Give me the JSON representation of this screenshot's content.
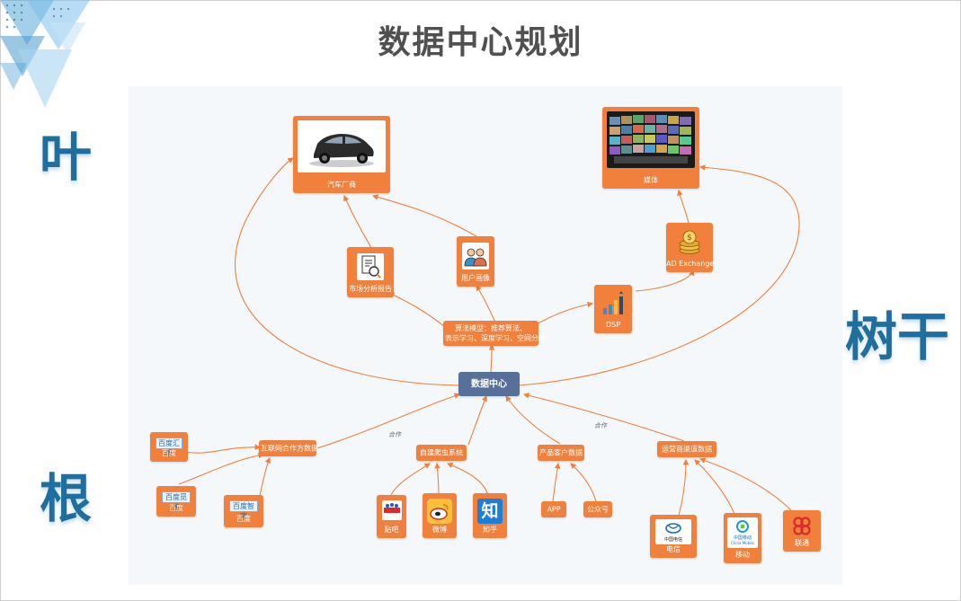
{
  "title": "数据中心规划",
  "side_words": {
    "leaf": "叶",
    "trunk": "树干",
    "root": "根"
  },
  "nodes": {
    "car_maker": "汽车厂商",
    "media": "媒体",
    "market_report": "市场分析报告",
    "user_profile": "用户画像",
    "ad_exchange": "AD Exchange",
    "dsp": "DSP",
    "algorithms_line1": "算法模型：推荐算法、",
    "algorithms_line2": "表示学习、深度学习、空间分析",
    "data_center": "数据中心",
    "internet_partner": "互联网合作方数据",
    "crawler": "自建爬虫系统",
    "product_customer": "产品客户数据",
    "carrier_channel": "运营商渠道数据",
    "baidu_huiyan": "百度汇眼",
    "baidu_jianci": "百度觅客",
    "baidu_zhiyu": "百度智客",
    "baidu": "百度",
    "tieba": "贴吧",
    "weibo": "微博",
    "zhihu": "知乎",
    "app": "APP",
    "official_account": "公众号",
    "telecom": "电信",
    "mobile": "移动",
    "unicom": "联通"
  },
  "edge_labels": {
    "cooperate": "合作"
  },
  "icons": {
    "zhihu_glyph": "知",
    "china_mobile_name": "中国移动",
    "china_mobile_en": "China Mobile",
    "china_telecom_name": "中国电信"
  },
  "colors": {
    "node": "#f0803c",
    "center": "#57709a",
    "edge": "#f0803c",
    "side_word": "#1e6fa0"
  }
}
